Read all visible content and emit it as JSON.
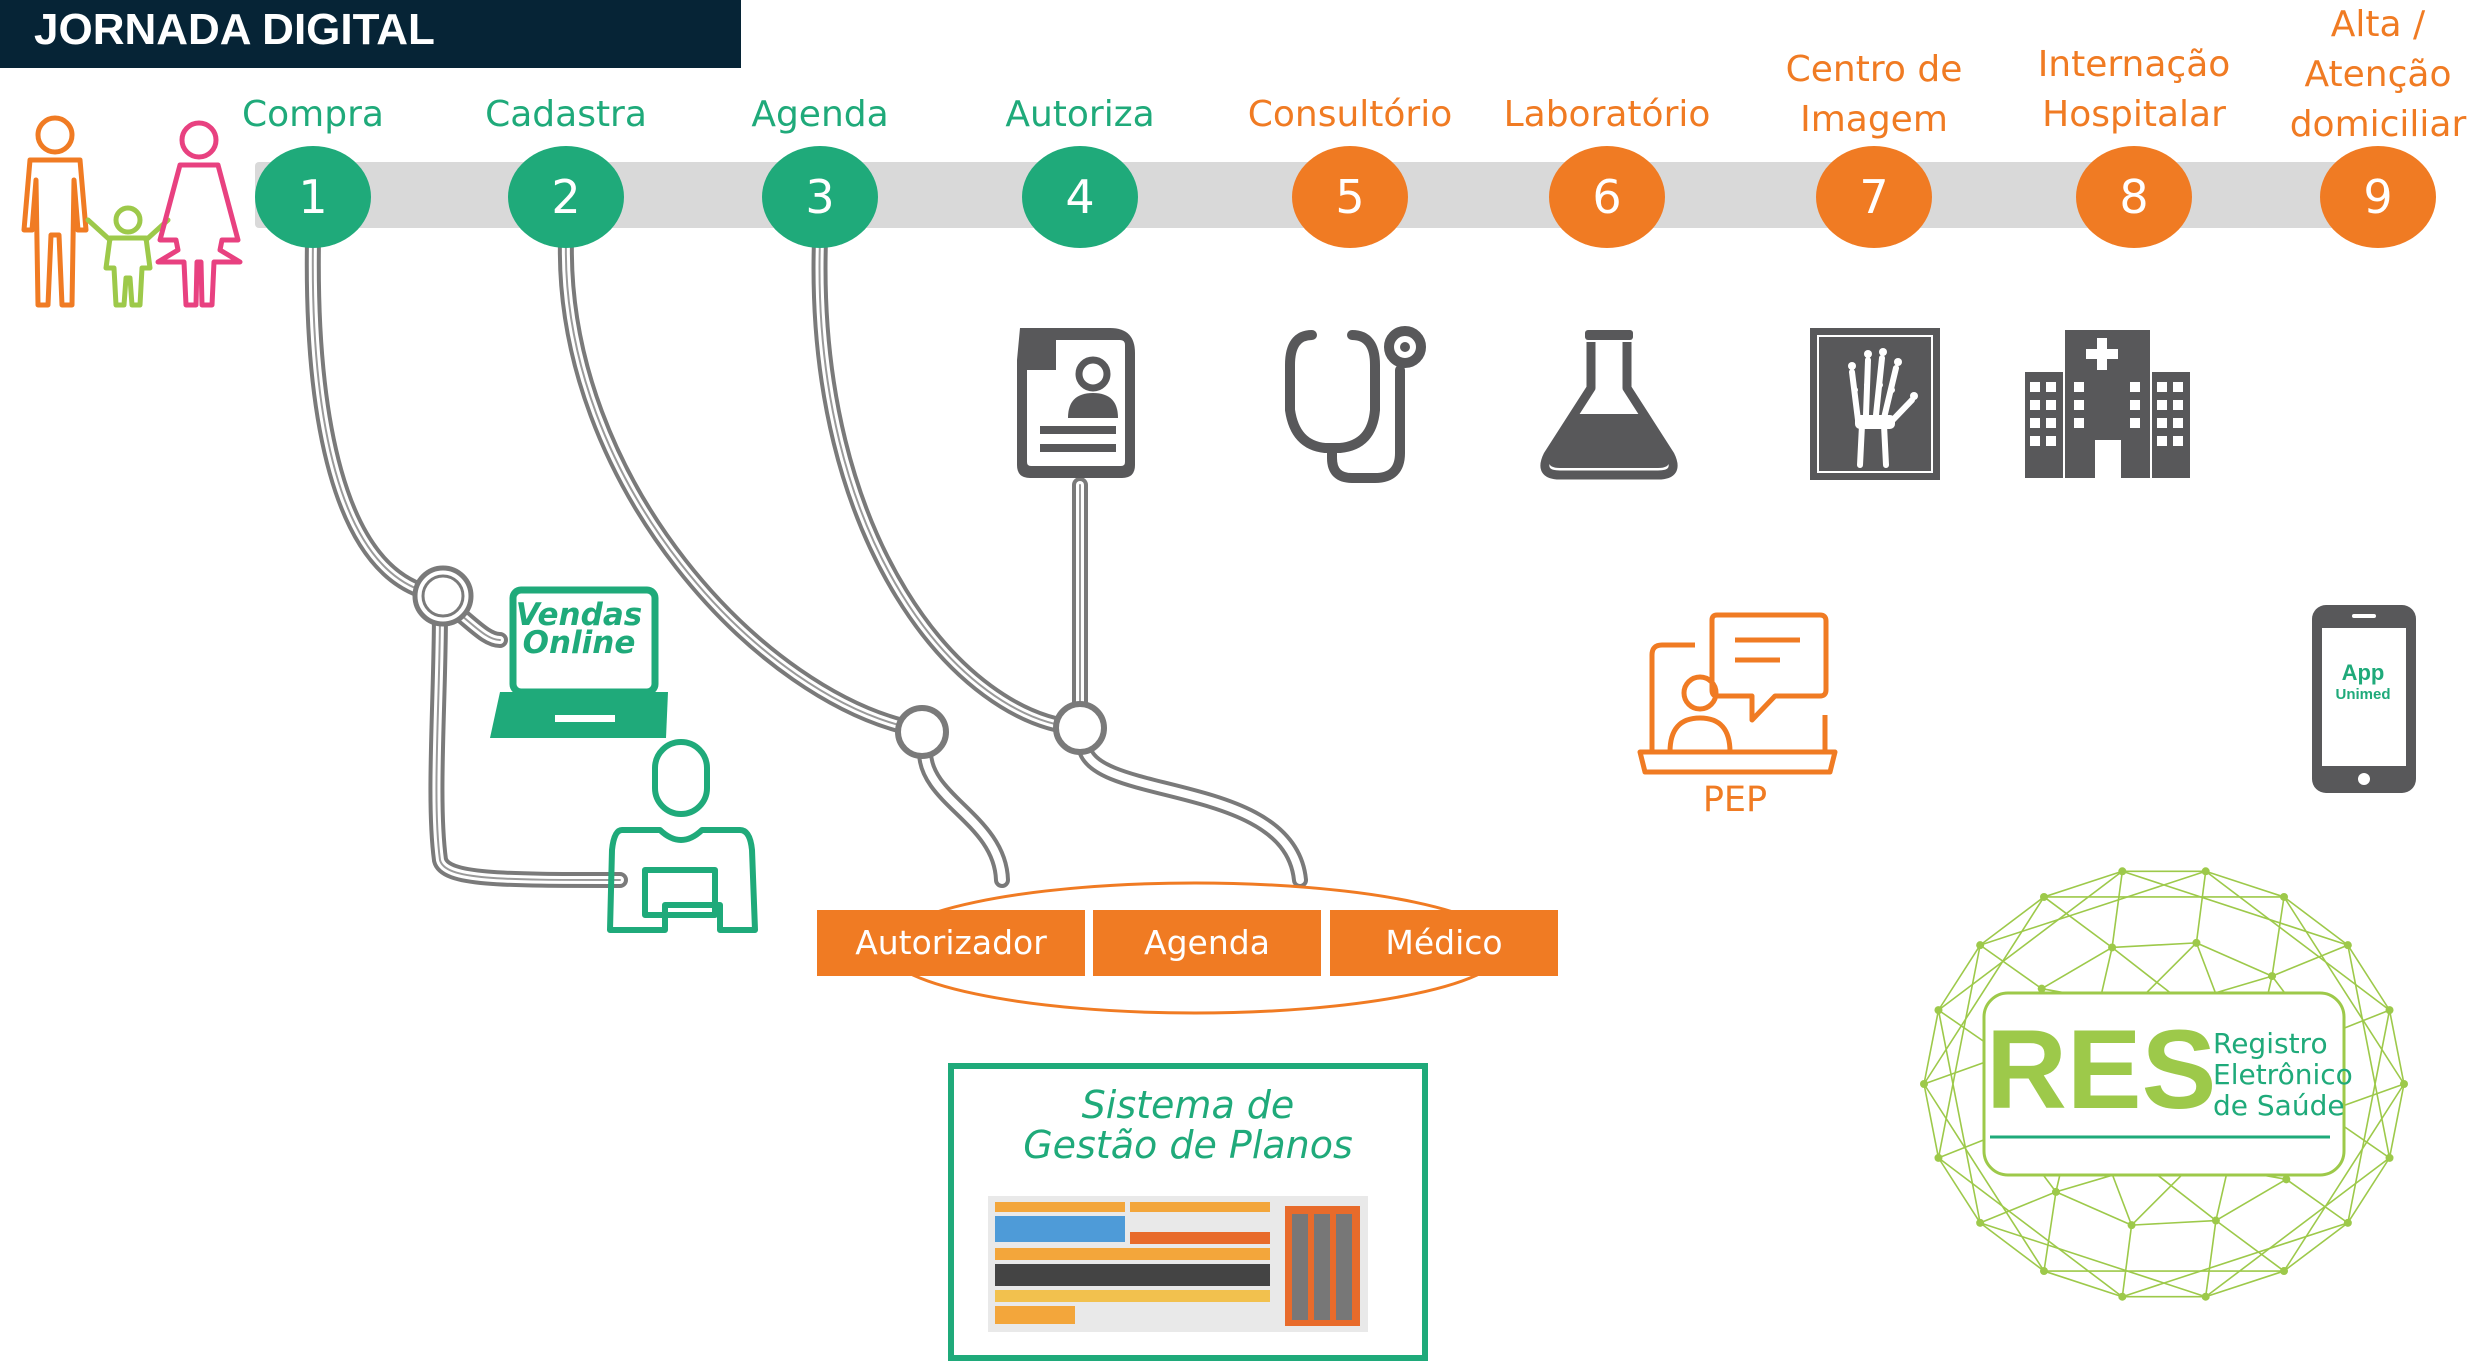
{
  "header": {
    "title": "JORNADA DIGITAL"
  },
  "colors": {
    "green": "#1FAA7A",
    "orange": "#F07B23",
    "dark": "#062436",
    "gray_icon": "#58585A",
    "lime": "#9DC94A",
    "pink": "#E84180",
    "track": "#D9D9D9"
  },
  "steps": [
    {
      "number": "1",
      "label": "Compra",
      "label_lines": [
        "Compra"
      ],
      "color": "green"
    },
    {
      "number": "2",
      "label": "Cadastra",
      "label_lines": [
        "Cadastra"
      ],
      "color": "green"
    },
    {
      "number": "3",
      "label": "Agenda",
      "label_lines": [
        "Agenda"
      ],
      "color": "green"
    },
    {
      "number": "4",
      "label": "Autoriza",
      "label_lines": [
        "Autoriza"
      ],
      "color": "green"
    },
    {
      "number": "5",
      "label": "Consultório",
      "label_lines": [
        "Consultório"
      ],
      "color": "orange"
    },
    {
      "number": "6",
      "label": "Laboratório",
      "label_lines": [
        "Laboratório"
      ],
      "color": "orange"
    },
    {
      "number": "7",
      "label": "Centro de Imagem",
      "label_lines": [
        "Centro de",
        "Imagem"
      ],
      "color": "orange"
    },
    {
      "number": "8",
      "label": "Internação Hospitalar",
      "label_lines": [
        "Internação",
        "Hospitalar"
      ],
      "color": "orange"
    },
    {
      "number": "9",
      "label": "Alta / Atenção domiciliar",
      "label_lines": [
        "Alta /",
        "Atenção",
        "domiciliar"
      ],
      "color": "orange"
    }
  ],
  "vendas_online": {
    "line1": "Vendas",
    "line2": "Online"
  },
  "systems": [
    {
      "label": "Autorizador"
    },
    {
      "label": "Agenda"
    },
    {
      "label": "Médico"
    }
  ],
  "plan_system": {
    "line1": "Sistema de",
    "line2": "Gestão de Planos"
  },
  "pep": {
    "label": "PEP"
  },
  "app": {
    "line1": "App",
    "line2": "Unimed"
  },
  "res": {
    "acronym": "RES",
    "line1": "Registro",
    "line2": "Eletrônico",
    "line3": "de Saúde"
  },
  "icons": {
    "family": "family-icon",
    "laptop": "laptop-icon",
    "person": "person-icon",
    "document": "document-icon",
    "stethoscope": "stethoscope-icon",
    "flask": "flask-icon",
    "xray": "xray-icon",
    "hospital": "hospital-icon",
    "telemedicine": "telemedicine-icon",
    "smartphone": "smartphone-icon",
    "res_network": "network-icon"
  }
}
